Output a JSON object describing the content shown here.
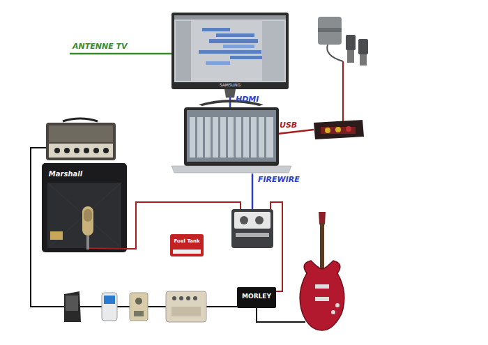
{
  "diagram": {
    "labels": [
      "ANTENNE TV",
      "HDMI",
      "USB",
      "FIREWIRE",
      "SAMSUNG",
      "Marshall",
      "Fuel Tank",
      "MORLEY"
    ]
  }
}
